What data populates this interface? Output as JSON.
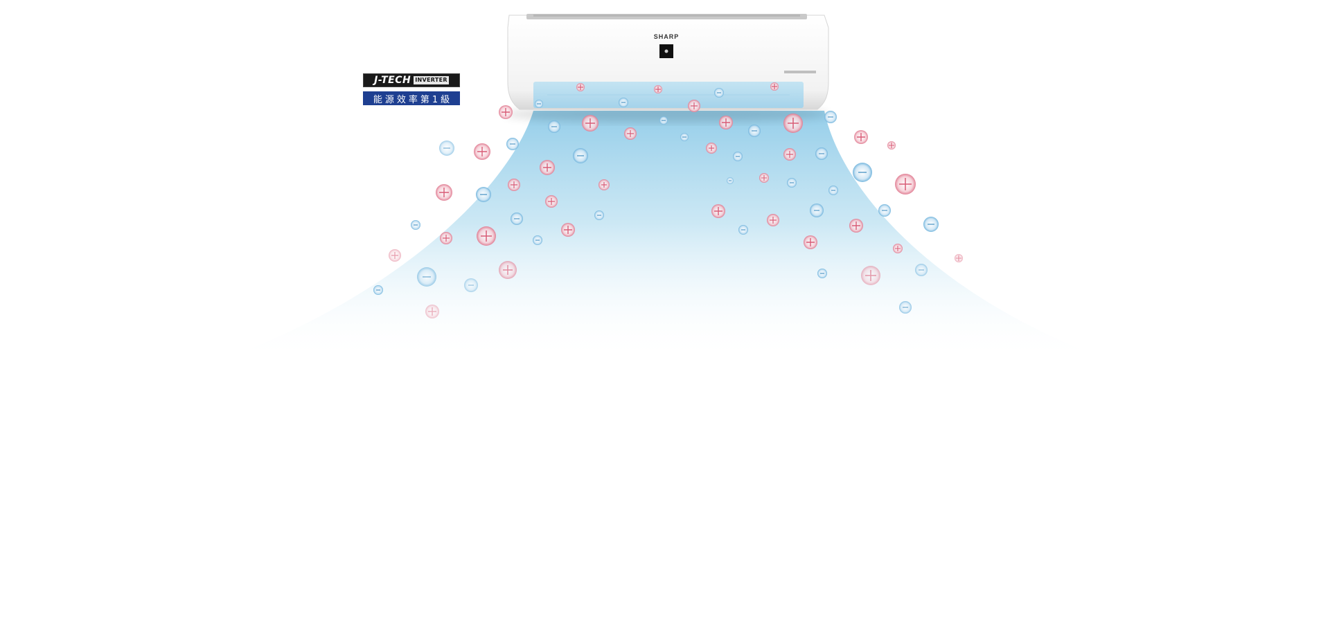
{
  "brand": {
    "name": "SHARP",
    "model_badge": "J-TECH"
  },
  "badges": {
    "jtech": "J-TECH",
    "inverter": "INVERTER",
    "energy": "能源效率第1級"
  },
  "colors": {
    "airflow": "#8fcbe8",
    "airflow_light": "#e8f4fa",
    "ion_positive": "#e07a90",
    "ion_negative": "#6fb3dc",
    "energy_badge": "#1e3f91",
    "jtech_badge": "#1a1a1a",
    "unit_body": "#f7f7f7"
  }
}
